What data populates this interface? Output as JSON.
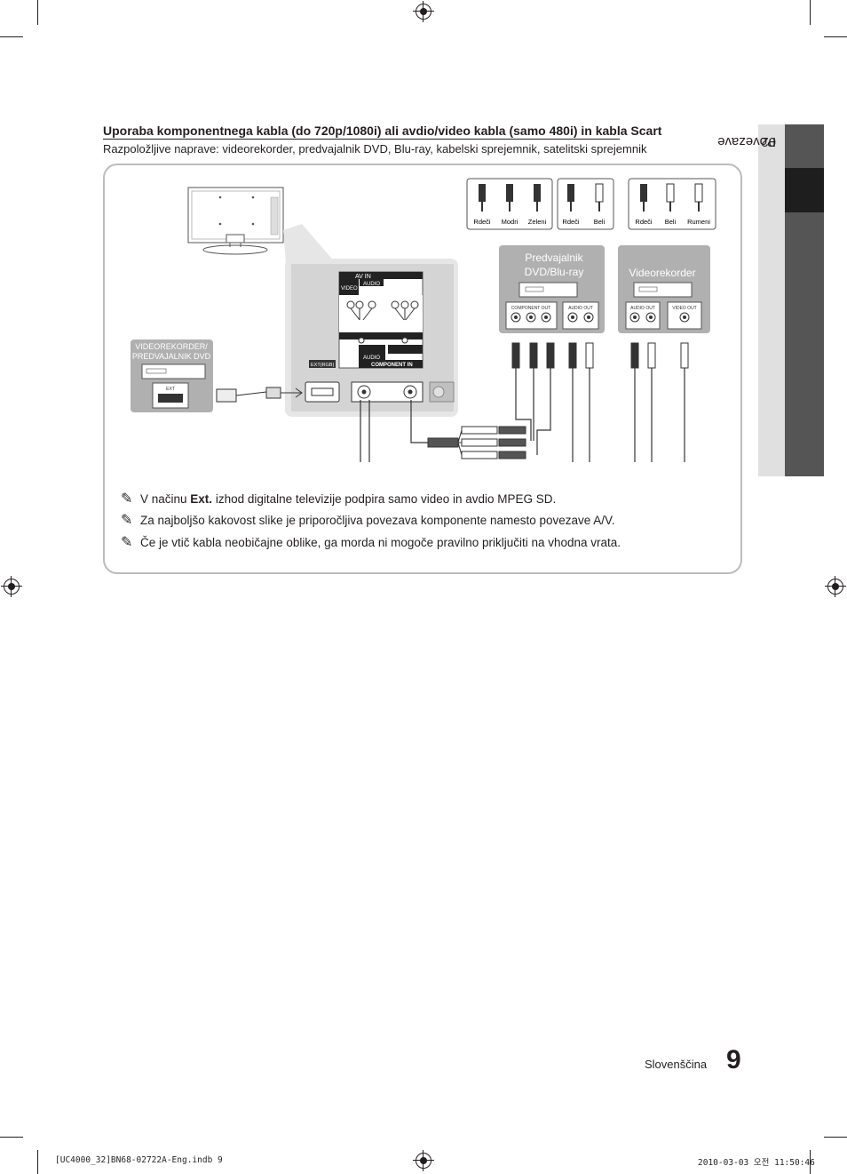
{
  "heading": "Uporaba komponentnega kabla (do 720p/1080i) ali avdio/video kabla (samo 480i) in kabla Scart",
  "subheading": "Razpoložljive naprave: videorekorder, predvajalnik DVD, Blu-ray, kabelski sprejemnik, satelitski sprejemnik",
  "side_tab": {
    "number": "02",
    "title": "Povezave"
  },
  "diagram": {
    "cable_group_1": [
      "Rdeči",
      "Modri",
      "Zeleni"
    ],
    "cable_group_2": [
      "Rdeči",
      "Beli"
    ],
    "cable_group_3": [
      "Rdeči",
      "Beli",
      "Rumeni"
    ],
    "dvd_device": {
      "title_line1": "Predvajalnik",
      "title_line2": "DVD/Blu-ray",
      "component_out": "COMPONENT OUT",
      "audio_out": "AUDIO OUT"
    },
    "vcr_device": {
      "title": "Videorekorder",
      "audio_out": "AUDIO OUT",
      "video_out": "VIDEO OUT"
    },
    "scart_device": {
      "title_line1": "VIDEOREKORDER/",
      "title_line2": "PREDVAJALNIK DVD",
      "port": "EXT"
    },
    "tv_panel": {
      "av_in": "AV IN",
      "video": "VIDEO",
      "audio": "AUDIO",
      "component_in": "COMPONENT IN",
      "ext_rgb": "EXT(RGB)"
    }
  },
  "notes": {
    "note1_prefix": "V načinu ",
    "note1_bold": "Ext.",
    "note1_suffix": " izhod digitalne televizije podpira samo video in avdio MPEG SD.",
    "note2": "Za najboljšo kakovost slike je priporočljiva povezava komponente namesto povezave A/V.",
    "note3": "Če je vtič kabla neobičajne oblike, ga morda ni mogoče pravilno priključiti na vhodna vrata."
  },
  "footer": {
    "language": "Slovenščina",
    "page_number": "9"
  },
  "print_slug": {
    "file": "[UC4000_32]BN68-02722A-Eng.indb   9",
    "date": "2010-03-03   오전 11:50:46"
  }
}
